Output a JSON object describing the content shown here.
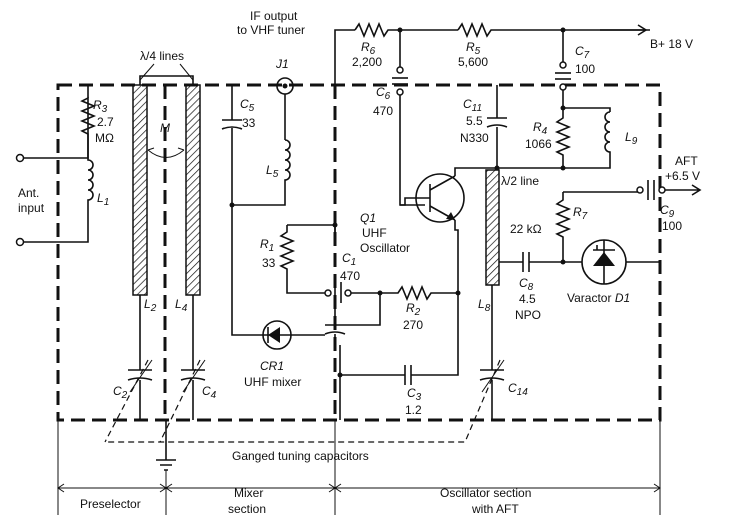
{
  "labels": {
    "if_output_1": "IF output",
    "if_output_2": "to VHF tuner",
    "j1": "J1",
    "lambda4": "λ/4 lines",
    "b_plus": "B+ 18 V",
    "r6": "R",
    "r6_sub": "6",
    "r6_val": "2,200",
    "r5": "R",
    "r5_sub": "5",
    "r5_val": "5,600",
    "c7": "C",
    "c7_sub": "7",
    "c7_val": "100",
    "r3": "R",
    "r3_sub": "3",
    "r3_val1": "2.7",
    "r3_val2": "MΩ",
    "m": "M",
    "c5": "C",
    "c5_sub": "5",
    "c5_val": "33",
    "c6": "C",
    "c6_sub": "6",
    "c6_val": "470",
    "c11": "C",
    "c11_sub": "11",
    "c11_val1": "5.5",
    "c11_val2": "N330",
    "r4": "R",
    "r4_sub": "4",
    "r4_val": "1066",
    "l9": "L",
    "l9_sub": "9",
    "aft1": "AFT",
    "aft2": "+6.5 V",
    "ant1": "Ant.",
    "ant2": "input",
    "l1": "L",
    "l1_sub": "1",
    "l5": "L",
    "l5_sub": "5",
    "lambda2": "λ/2 line",
    "c9": "C",
    "c9_sub": "9",
    "c9_val": "100",
    "r7": "R",
    "r7_sub": "7",
    "r7_val": "22 kΩ",
    "q1a": "Q1",
    "q1b": "UHF",
    "q1c": "Oscillator",
    "r1": "R",
    "r1_sub": "1",
    "r1_val": "33",
    "c1": "C",
    "c1_sub": "1",
    "c1_val": "470",
    "r2": "R",
    "r2_sub": "2",
    "r2_val": "270",
    "c8": "C",
    "c8_sub": "8",
    "c8_val1": "4.5",
    "c8_val2": "NPO",
    "varactor": "Varactor",
    "d1": "D1",
    "l2": "L",
    "l2_sub": "2",
    "l4": "L",
    "l4_sub": "4",
    "l8": "L",
    "l8_sub": "8",
    "cr1a": "CR1",
    "cr1b": "UHF mixer",
    "c2": "C",
    "c2_sub": "2",
    "c4": "C",
    "c4_sub": "4",
    "c3": "C",
    "c3_sub": "3",
    "c3_val": "1.2",
    "c14": "C",
    "c14_sub": "14",
    "ganged": "Ganged tuning capacitors",
    "sec_pre": "Preselector",
    "sec_mix1": "Mixer",
    "sec_mix2": "section",
    "sec_osc1": "Oscillator section",
    "sec_osc2": "with AFT"
  }
}
